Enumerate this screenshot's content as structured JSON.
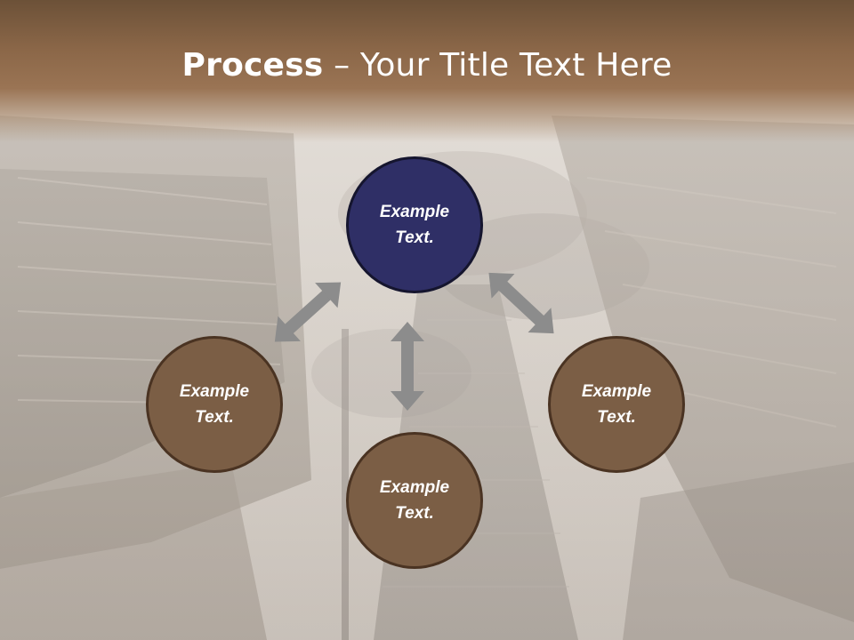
{
  "slide": {
    "title_bold": "Process",
    "title_rest": " – Your Title Text Here"
  },
  "diagram": {
    "nodes": [
      {
        "id": "top",
        "text": "Example\nText.",
        "color": "#2f2f66"
      },
      {
        "id": "left",
        "text": "Example\nText.",
        "color": "#7b5e45"
      },
      {
        "id": "bottom",
        "text": "Example\nText.",
        "color": "#7b5e45"
      },
      {
        "id": "right",
        "text": "Example\nText.",
        "color": "#7b5e45"
      }
    ],
    "arrow_color": "#8c8c8c",
    "arrows": [
      {
        "name": "top-left-double-arrow",
        "between": [
          "top",
          "left"
        ]
      },
      {
        "name": "top-right-double-arrow",
        "between": [
          "top",
          "right"
        ]
      },
      {
        "name": "center-vertical-double-arrow",
        "between": [
          "top",
          "bottom"
        ]
      }
    ]
  },
  "colors": {
    "title_band": "#8b6748",
    "title_text": "#ffffff",
    "node_border_brown": "#4a3322",
    "node_border_navy": "#15152e"
  }
}
